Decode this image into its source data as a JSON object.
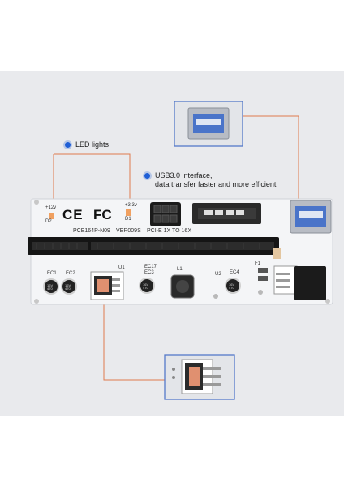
{
  "callouts": {
    "led": "LED lights",
    "usb_line1": "USB3.0 interface,",
    "usb_line2": "data transfer faster and more efficient"
  },
  "board": {
    "model": "PCE164P-N09",
    "version": "VER009S",
    "pcie": "PCI-E 1X TO 16X",
    "v12": "+12v",
    "v33": "+3.3v",
    "d1": "D1",
    "d2": "D2",
    "ce": "CE",
    "fcc": "FC",
    "ec1": "EC1",
    "ec2": "EC2",
    "u1": "U1",
    "ec17": "EC17",
    "ec3": "EC3",
    "l1": "L1",
    "u2": "U2",
    "ec4": "EC4",
    "f1": "F1",
    "cap_mark": "16V 470"
  },
  "colors": {
    "panel_bg": "#e9eaed",
    "board": "#f4f5f7",
    "callout_line": "#e07a4d",
    "bullet": "#1f5fd6"
  }
}
